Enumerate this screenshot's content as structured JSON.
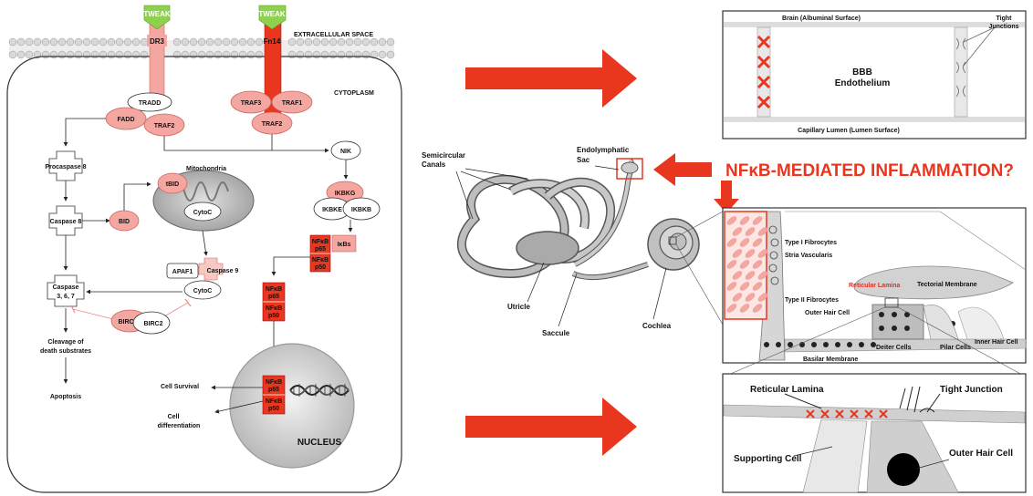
{
  "pathway": {
    "tweak_left": "TWEAK",
    "tweak_right": "TWEAK",
    "receptor_left": "DR3",
    "receptor_right": "Fn14",
    "extracellular": "EXTRACELLULAR SPACE",
    "cytoplasm": "CYTOPLASM",
    "tradd": "TRADD",
    "fadd": "FADD",
    "traf2_left": "TRAF2",
    "traf3": "TRAF3",
    "traf1": "TRAF1",
    "traf2_right": "TRAF2",
    "nik": "NIK",
    "procaspase8": "Procaspase 8",
    "caspase8": "Caspase 8",
    "bid": "BID",
    "tbid": "tBID",
    "mitochondria": "Mitochondria",
    "cytoc_mito": "CytoC",
    "apaf1": "APAF1",
    "caspase9": "Caspase 9",
    "cytoc": "CytoC",
    "caspase367_l1": "Caspase",
    "caspase367_l2": "3, 6, 7",
    "birc3": "BIRC3",
    "birc2": "BIRC2",
    "cleavage_l1": "Cleavage of",
    "cleavage_l2": "death substrates",
    "apoptosis": "Apoptosis",
    "ikbkg": "IKBKG",
    "ikbke": "IKBKE",
    "ikbkb": "IKBKB",
    "nfkb": "NFκB",
    "p65": "p65",
    "p50": "p50",
    "ikbs": "IκBs",
    "cell_survival": "Cell Survival",
    "cell_diff_l1": "Cell",
    "cell_diff_l2": "differentiation",
    "nucleus": "NUCLEUS"
  },
  "bbb": {
    "top": "Brain (Albuminal Surface)",
    "bottom": "Capillary Lumen (Lumen Surface)",
    "center_l1": "BBB",
    "center_l2": "Endothelium",
    "tj_l1": "Tight",
    "tj_l2": "Junctions"
  },
  "ear": {
    "semicircular_l1": "Semicircular",
    "semicircular_l2": "Canals",
    "endolymphatic_l1": "Endolymphatic",
    "endolymphatic_l2": "Sac",
    "utricle": "Utricle",
    "saccule": "Saccule",
    "cochlea": "Cochlea"
  },
  "question": "NFκB-MEDIATED INFLAMMATION?",
  "organ_of_corti": {
    "type1": "Type I Fibrocytes",
    "stria": "Stria Vascularis",
    "reticular": "Reticular Lamina",
    "tectorial": "Tectorial Membrane",
    "type2": "Type II Fibrocytes",
    "outer_hair": "Outer Hair Cell",
    "inner_hair": "Inner Hair Cell",
    "deiter": "Deiter Cells",
    "pilar": "Pilar Cells",
    "basilar": "Basilar Membrane"
  },
  "junction": {
    "reticular": "Reticular Lamina",
    "tight": "Tight Junction",
    "supporting": "Supporting Cell",
    "outer_hair": "Outer Hair Cell"
  },
  "colors": {
    "red": "#e8361f",
    "pink": "#f4a6a0",
    "green": "#8fd14f"
  }
}
